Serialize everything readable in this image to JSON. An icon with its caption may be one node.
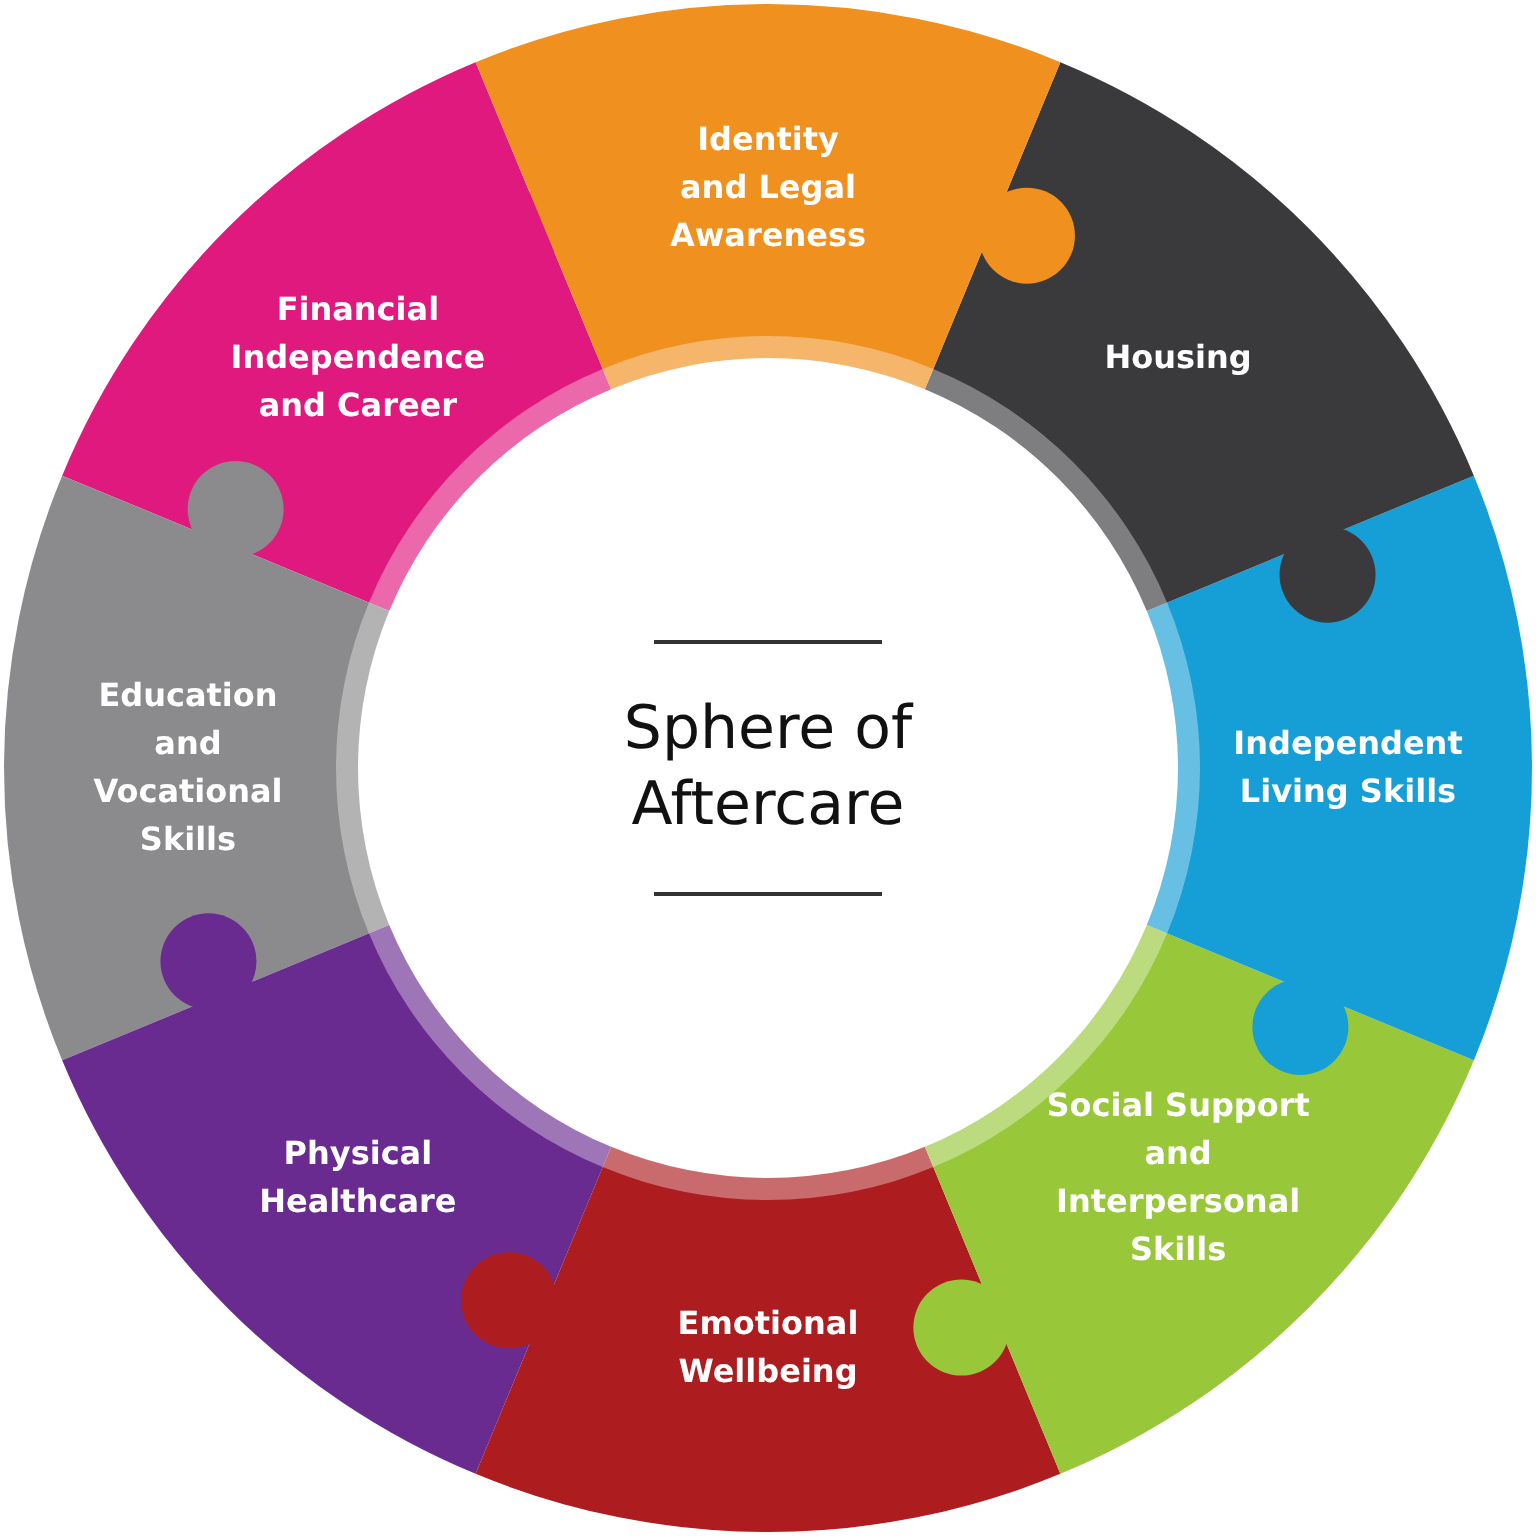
{
  "diagram": {
    "nodes": [
      {
        "text": [
          "Sphere of Aftercare"
        ]
      },
      {
        "text": [
          "Identity and Legal Awareness"
        ]
      },
      {
        "text": [
          "Housing"
        ]
      },
      {
        "text": [
          "Independent Living Skills"
        ]
      },
      {
        "text": [
          "Social Support and Interpersonal Skills"
        ]
      },
      {
        "text": [
          "Emotional Wellbeing"
        ]
      },
      {
        "text": [
          "Physical Healthcare"
        ]
      },
      {
        "text": [
          "Education and Vocational Skills"
        ]
      },
      {
        "text": [
          "Financial Independence and Career"
        ]
      }
    ]
  }
}
